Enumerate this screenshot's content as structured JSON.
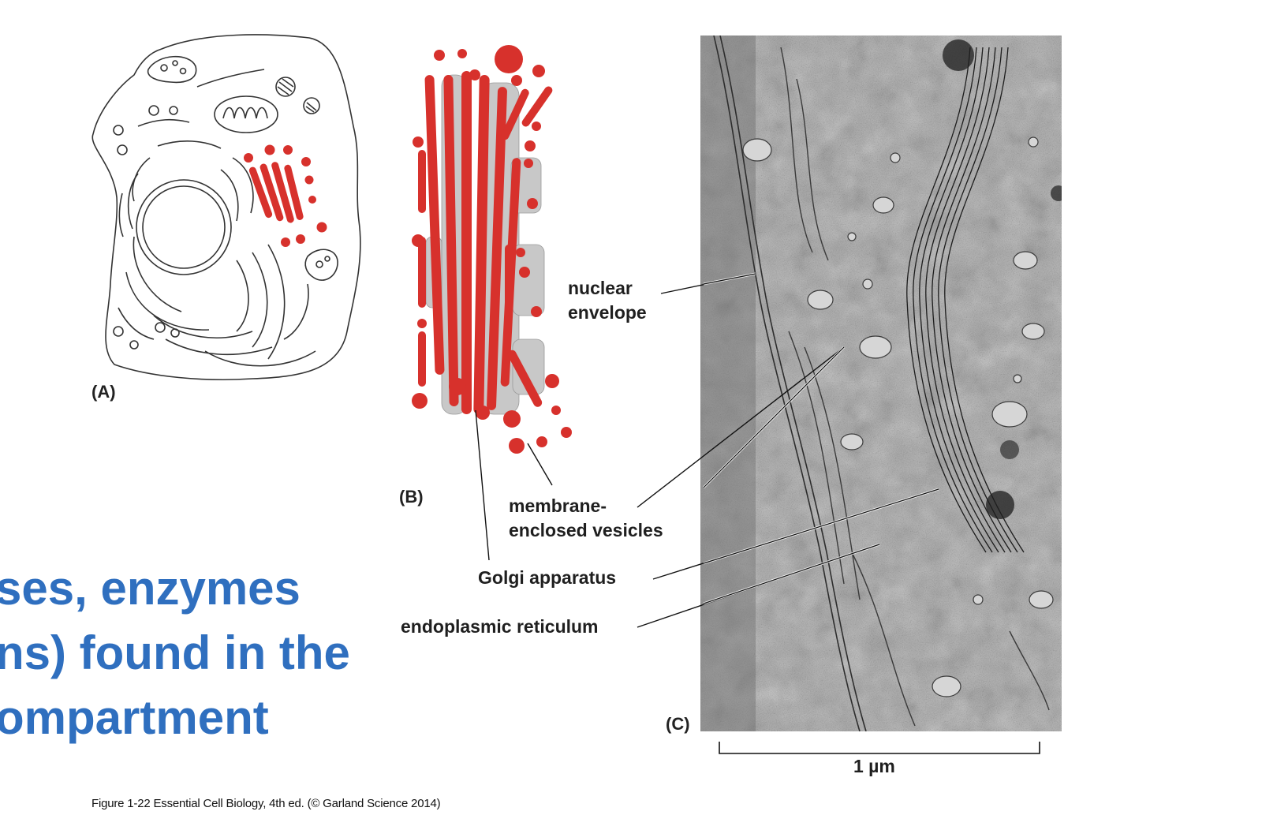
{
  "panels": {
    "a_label": "(A)",
    "b_label": "(B)",
    "c_label": "(C)"
  },
  "callouts": {
    "nuclear_envelope": [
      "nuclear",
      "envelope"
    ],
    "vesicles": [
      "membrane-",
      "enclosed vesicles"
    ],
    "golgi": "Golgi apparatus",
    "er": "endoplasmic reticulum"
  },
  "scale_bar": {
    "label": "1 µm"
  },
  "slide_text": {
    "line1": "ses, enzymes",
    "line2": "ns) found in the",
    "line3": "ompartment"
  },
  "caption": "Figure 1-22  Essential Cell Biology, 4th ed. (© Garland Science 2014)",
  "colors": {
    "golgi_red": "#d7312c",
    "slide_blue": "#2f6fbf",
    "micrograph_gray": "#9a9a9a"
  }
}
